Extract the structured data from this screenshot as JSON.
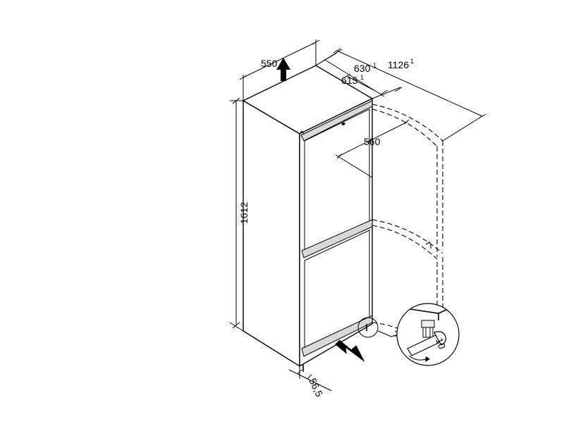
{
  "dimensions": {
    "depth_top": "550",
    "depth_with_door": "630",
    "depth_with_door_sup": "1",
    "depth_door_open": "1126",
    "depth_door_open_sup": "1",
    "depth_body": "615",
    "depth_body_sup": "1",
    "door_width": "560",
    "height": "1612",
    "wall_gap": "56,5",
    "wrench_size": "10"
  },
  "colors": {
    "line": "#000000",
    "fridge_side": "#ffffff",
    "door_handle": "#d9d9d9",
    "detail_fill": "#eeeeee"
  },
  "icons": [
    "up-arrow-icon",
    "push-arrow-icon",
    "wrench-icon",
    "rotate-arrow-icon"
  ]
}
